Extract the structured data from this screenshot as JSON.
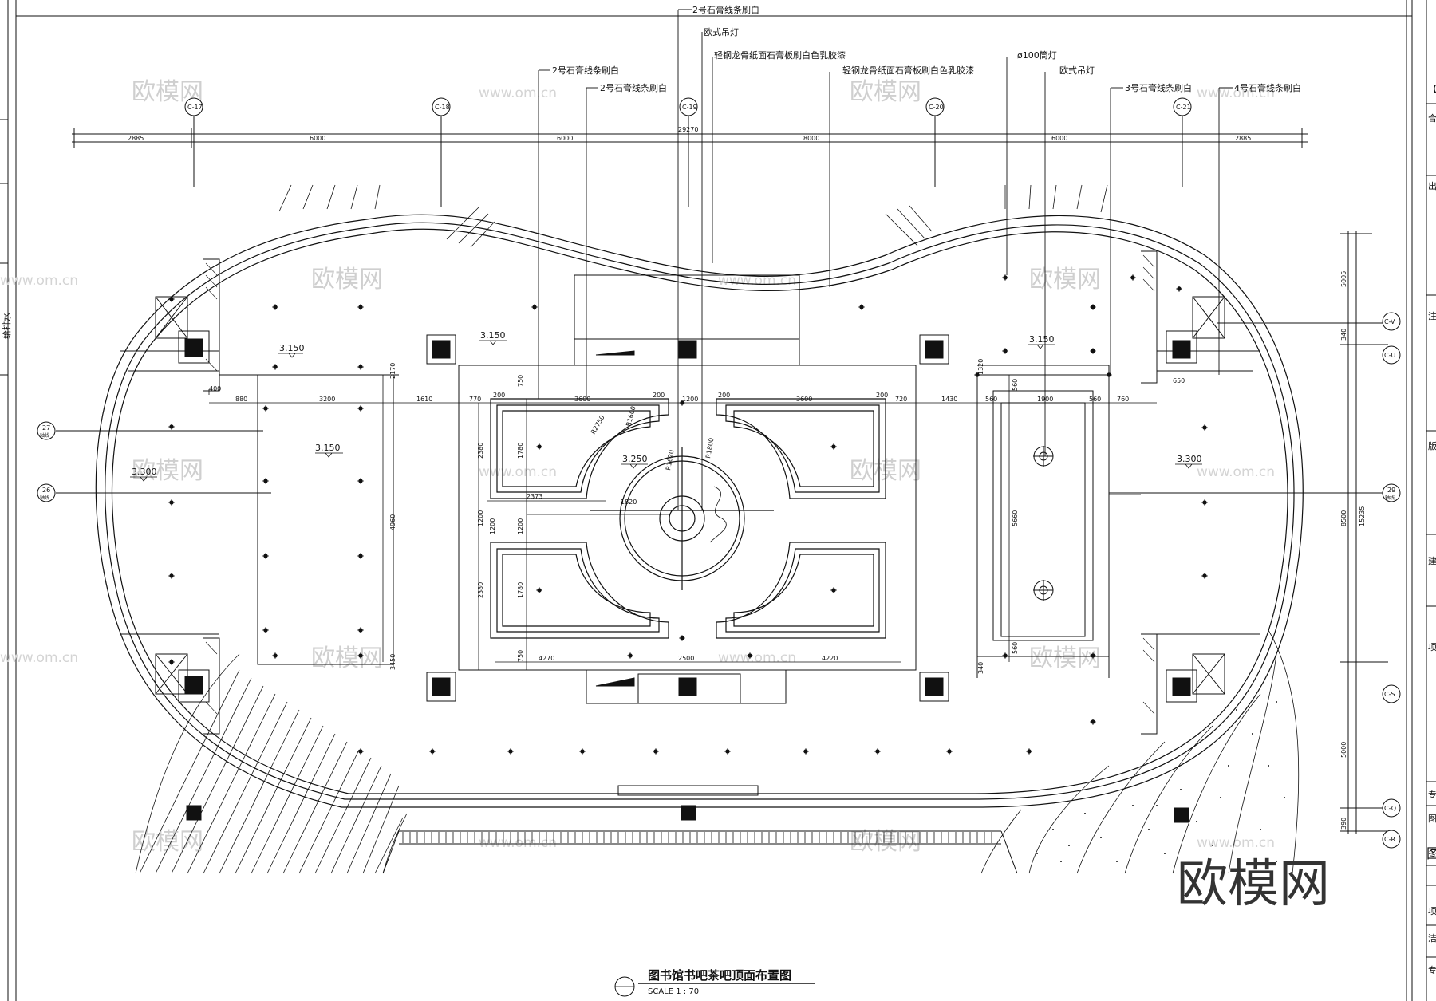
{
  "drawing": {
    "title": "图书馆书吧茶吧顶面布置图",
    "scale": "SCALE 1 : 70",
    "watermark": "欧模网",
    "watermark_url": "www.om.cn"
  },
  "grid_axes": {
    "top": [
      "C-17",
      "C-18",
      "C-19",
      "C-20",
      "C-21"
    ],
    "right": [
      "C-V",
      "C-U",
      "C-S",
      "C-Q",
      "C-R"
    ],
    "left": [
      "27",
      "26"
    ],
    "right_mid": "29",
    "axis_sublabel": "轴线"
  },
  "dimensions": {
    "top_total": "29270",
    "top_segments": [
      "2885",
      "6000",
      "6000",
      "8000",
      "6000",
      "2885"
    ],
    "right_total": "15235",
    "right_segments": [
      "5005",
      "340",
      "8500",
      "5000",
      "390"
    ],
    "row_left": [
      "400",
      "880",
      "3200",
      "1610"
    ],
    "row_center": [
      "770",
      "200",
      "3600",
      "200",
      "1200",
      "200",
      "3600",
      "200",
      "720"
    ],
    "row_right": [
      "1430",
      "560",
      "1900",
      "560",
      "760"
    ],
    "verticals": [
      "2170",
      "750",
      "2380",
      "1780",
      "1200",
      "2380",
      "1780",
      "750",
      "4960",
      "3450",
      "1320",
      "560",
      "5660",
      "560",
      "340",
      "650",
      "1200",
      "1200"
    ],
    "bottom_center": [
      "4270",
      "2500",
      "4220"
    ],
    "center_misc": [
      "2373",
      "1820",
      "R2750",
      "R1600",
      "R1620",
      "R1800"
    ]
  },
  "levels": [
    "3.150",
    "3.150",
    "3.150",
    "3.150",
    "3.250",
    "3.300",
    "3.300"
  ],
  "callouts": [
    "2号石膏线条刷白",
    "欧式吊灯",
    "轻钢龙骨纸面石膏板刷白色乳胶漆",
    "轻钢龙骨纸面石膏板刷白色乳胶漆",
    "ø100筒灯",
    "欧式吊灯",
    "2号石膏线条刷白",
    "2号石膏线条刷白",
    "3号石膏线条刷白",
    "4号石膏线条刷白"
  ],
  "title_block_fragments": [
    "【",
    "合",
    "出",
    "注",
    "版",
    "建",
    "项",
    "专",
    "图",
    "图",
    "项",
    "洁",
    "专"
  ],
  "side_label": "给排水",
  "colors": {
    "line": "#111111",
    "watermark": "#cfcfcf",
    "paper": "#ffffff"
  }
}
